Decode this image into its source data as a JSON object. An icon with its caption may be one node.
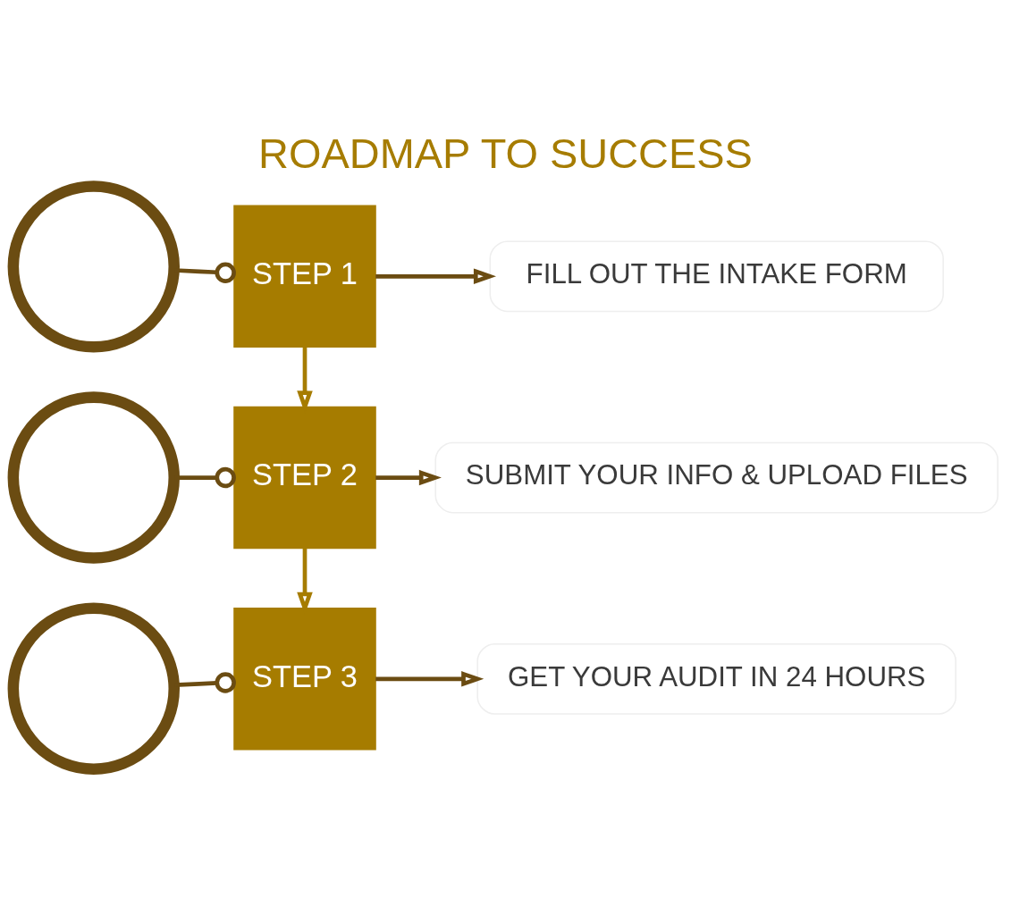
{
  "diagram": {
    "title": "ROADMAP TO SUCCESS",
    "nodes": [
      {
        "text": [],
        "shape": "circle"
      },
      {
        "text": [
          "STEP 1"
        ]
      },
      {
        "text": [
          "FILL OUT THE INTAKE FORM"
        ]
      },
      {
        "text": [],
        "shape": "circle"
      },
      {
        "text": [
          "STEP 2"
        ]
      },
      {
        "text": [
          "SUBMIT YOUR INFO & UPLOAD FILES"
        ]
      },
      {
        "text": [],
        "shape": "circle"
      },
      {
        "text": [
          "STEP 3"
        ]
      },
      {
        "text": [
          "GET YOUR AUDIT IN 24 HOURS"
        ]
      }
    ],
    "edges": [
      {
        "from": 0,
        "to": 1,
        "arrow": "other"
      },
      {
        "from": 1,
        "to": 2,
        "arrow": "to"
      },
      {
        "from": 1,
        "to": 4,
        "arrow": "to"
      },
      {
        "from": 3,
        "to": 4,
        "arrow": "other"
      },
      {
        "from": 4,
        "to": 5,
        "arrow": "to"
      },
      {
        "from": 4,
        "to": 7,
        "arrow": "to"
      },
      {
        "from": 6,
        "to": 7,
        "arrow": "other"
      },
      {
        "from": 7,
        "to": 8,
        "arrow": "to"
      }
    ]
  }
}
